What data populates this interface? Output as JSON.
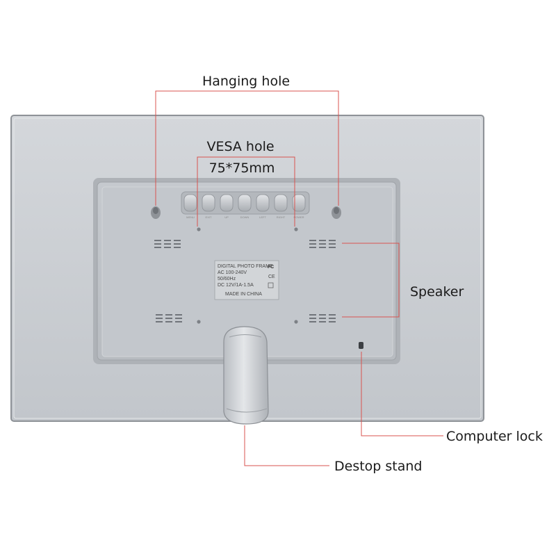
{
  "callouts": {
    "hanging_hole": "Hanging hole",
    "vesa_hole_line1": "VESA hole",
    "vesa_hole_line2": "75*75mm",
    "speaker": "Speaker",
    "computer_lock": "Computer lock",
    "desktop_stand": "Destop stand"
  },
  "product_label": {
    "line1": "DIGITAL PHOTO FRAME",
    "line2": "AC 100-240V",
    "line3": "50/60Hz",
    "line4": "DC 12V/1A-1.5A",
    "line5": "MADE IN CHINA",
    "fc_mark": "FC",
    "ce_mark": "CE"
  },
  "buttons": [
    "MENU",
    "EXIT",
    "UP",
    "DOWN",
    "LEFT",
    "RIGHT",
    "POWER"
  ],
  "colors": {
    "leader_line": "#d9534f",
    "frame_body": "#c9cdd2",
    "back_panel": "#bfc3c8"
  }
}
